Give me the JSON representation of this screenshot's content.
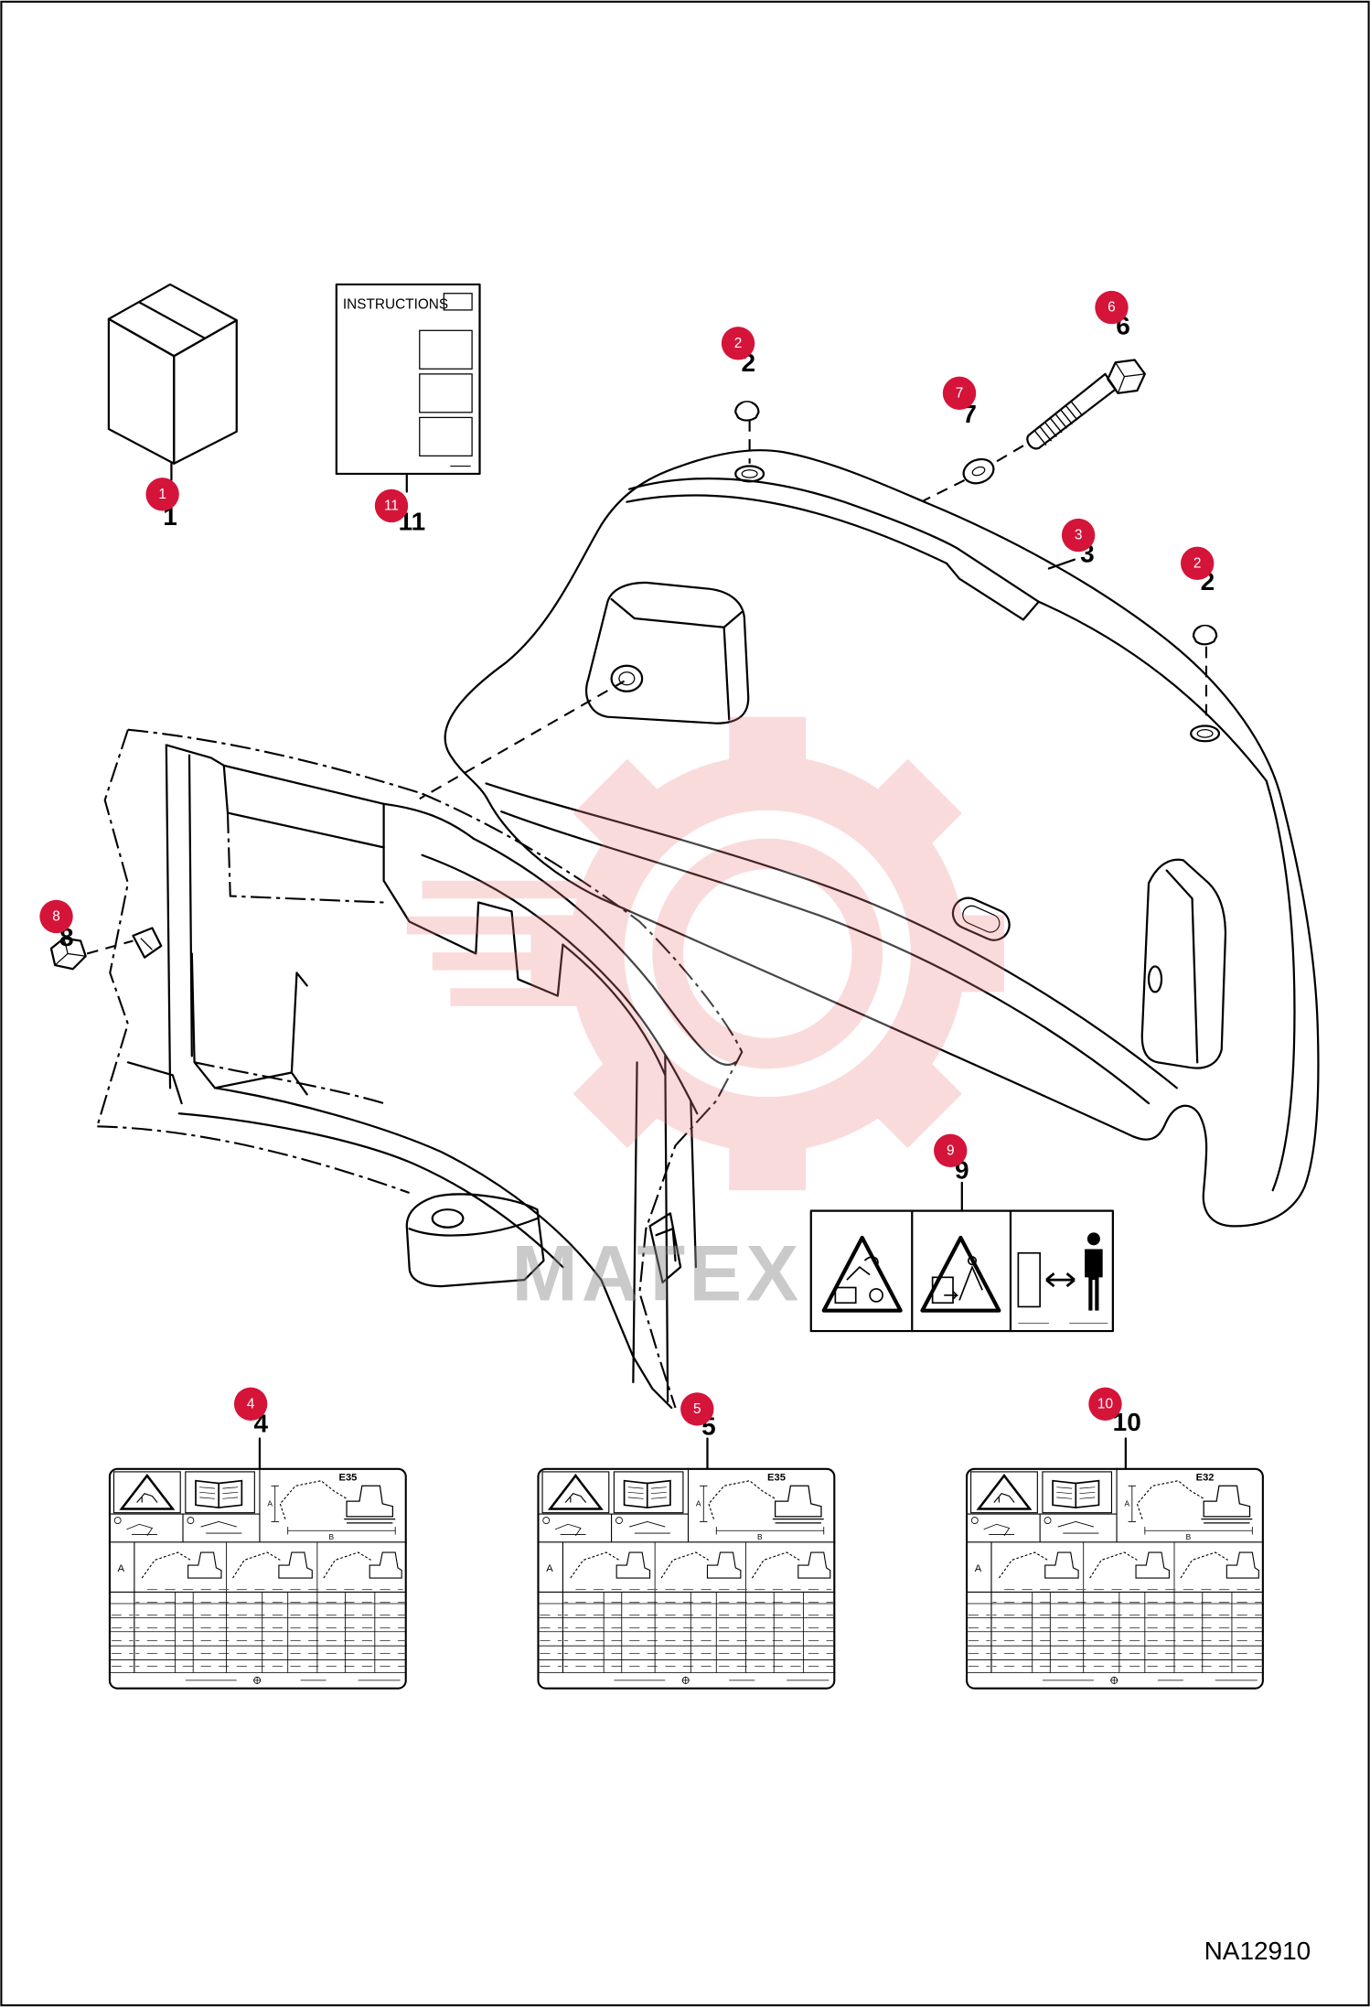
{
  "diagram": {
    "drawing_number": "NA12910",
    "watermark": "MATEX"
  },
  "instructions_sheet": {
    "title": "INSTRUCTIONS"
  },
  "callouts": {
    "part1": "1",
    "part11": "11",
    "part2_top": "2",
    "part6": "6",
    "part7": "7",
    "part3": "3",
    "part2_right": "2",
    "part8": "8",
    "part9": "9",
    "part4": "4",
    "part5": "5",
    "part10": "10"
  },
  "decals": {
    "part4": {
      "model": "E35",
      "dim_a": "A",
      "dim_b": "B",
      "row_label": "A"
    },
    "part5": {
      "model": "E35",
      "dim_a": "A",
      "dim_b": "B",
      "row_label": "A"
    },
    "part10": {
      "model": "E32",
      "dim_a": "A",
      "dim_b": "B",
      "row_label": "A"
    }
  },
  "colors": {
    "callout_fill": "#d5143a",
    "callout_text": "#ffffff",
    "line": "#000000",
    "watermark": "#f07f7f"
  }
}
